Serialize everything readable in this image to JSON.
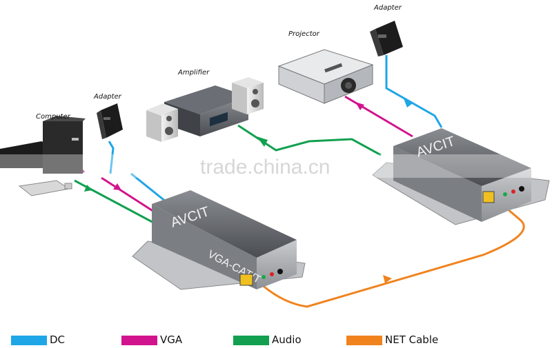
{
  "labels": {
    "computer": "Computer",
    "adapter_left": "Adapter",
    "amplifier": "Amplifier",
    "projector": "Projector",
    "adapter_right": "Adapter"
  },
  "devices": {
    "tx_brand": "AVCIT",
    "tx_model": "VGA-CAT/T",
    "rx_brand": "AVCIT"
  },
  "watermark": "trade.china.cn",
  "legend": [
    {
      "label": "DC",
      "color": "#1ea6e6"
    },
    {
      "label": "VGA",
      "color": "#d1148d"
    },
    {
      "label": "Audio",
      "color": "#12a050"
    },
    {
      "label": "NET Cable",
      "color": "#f0831e"
    }
  ]
}
